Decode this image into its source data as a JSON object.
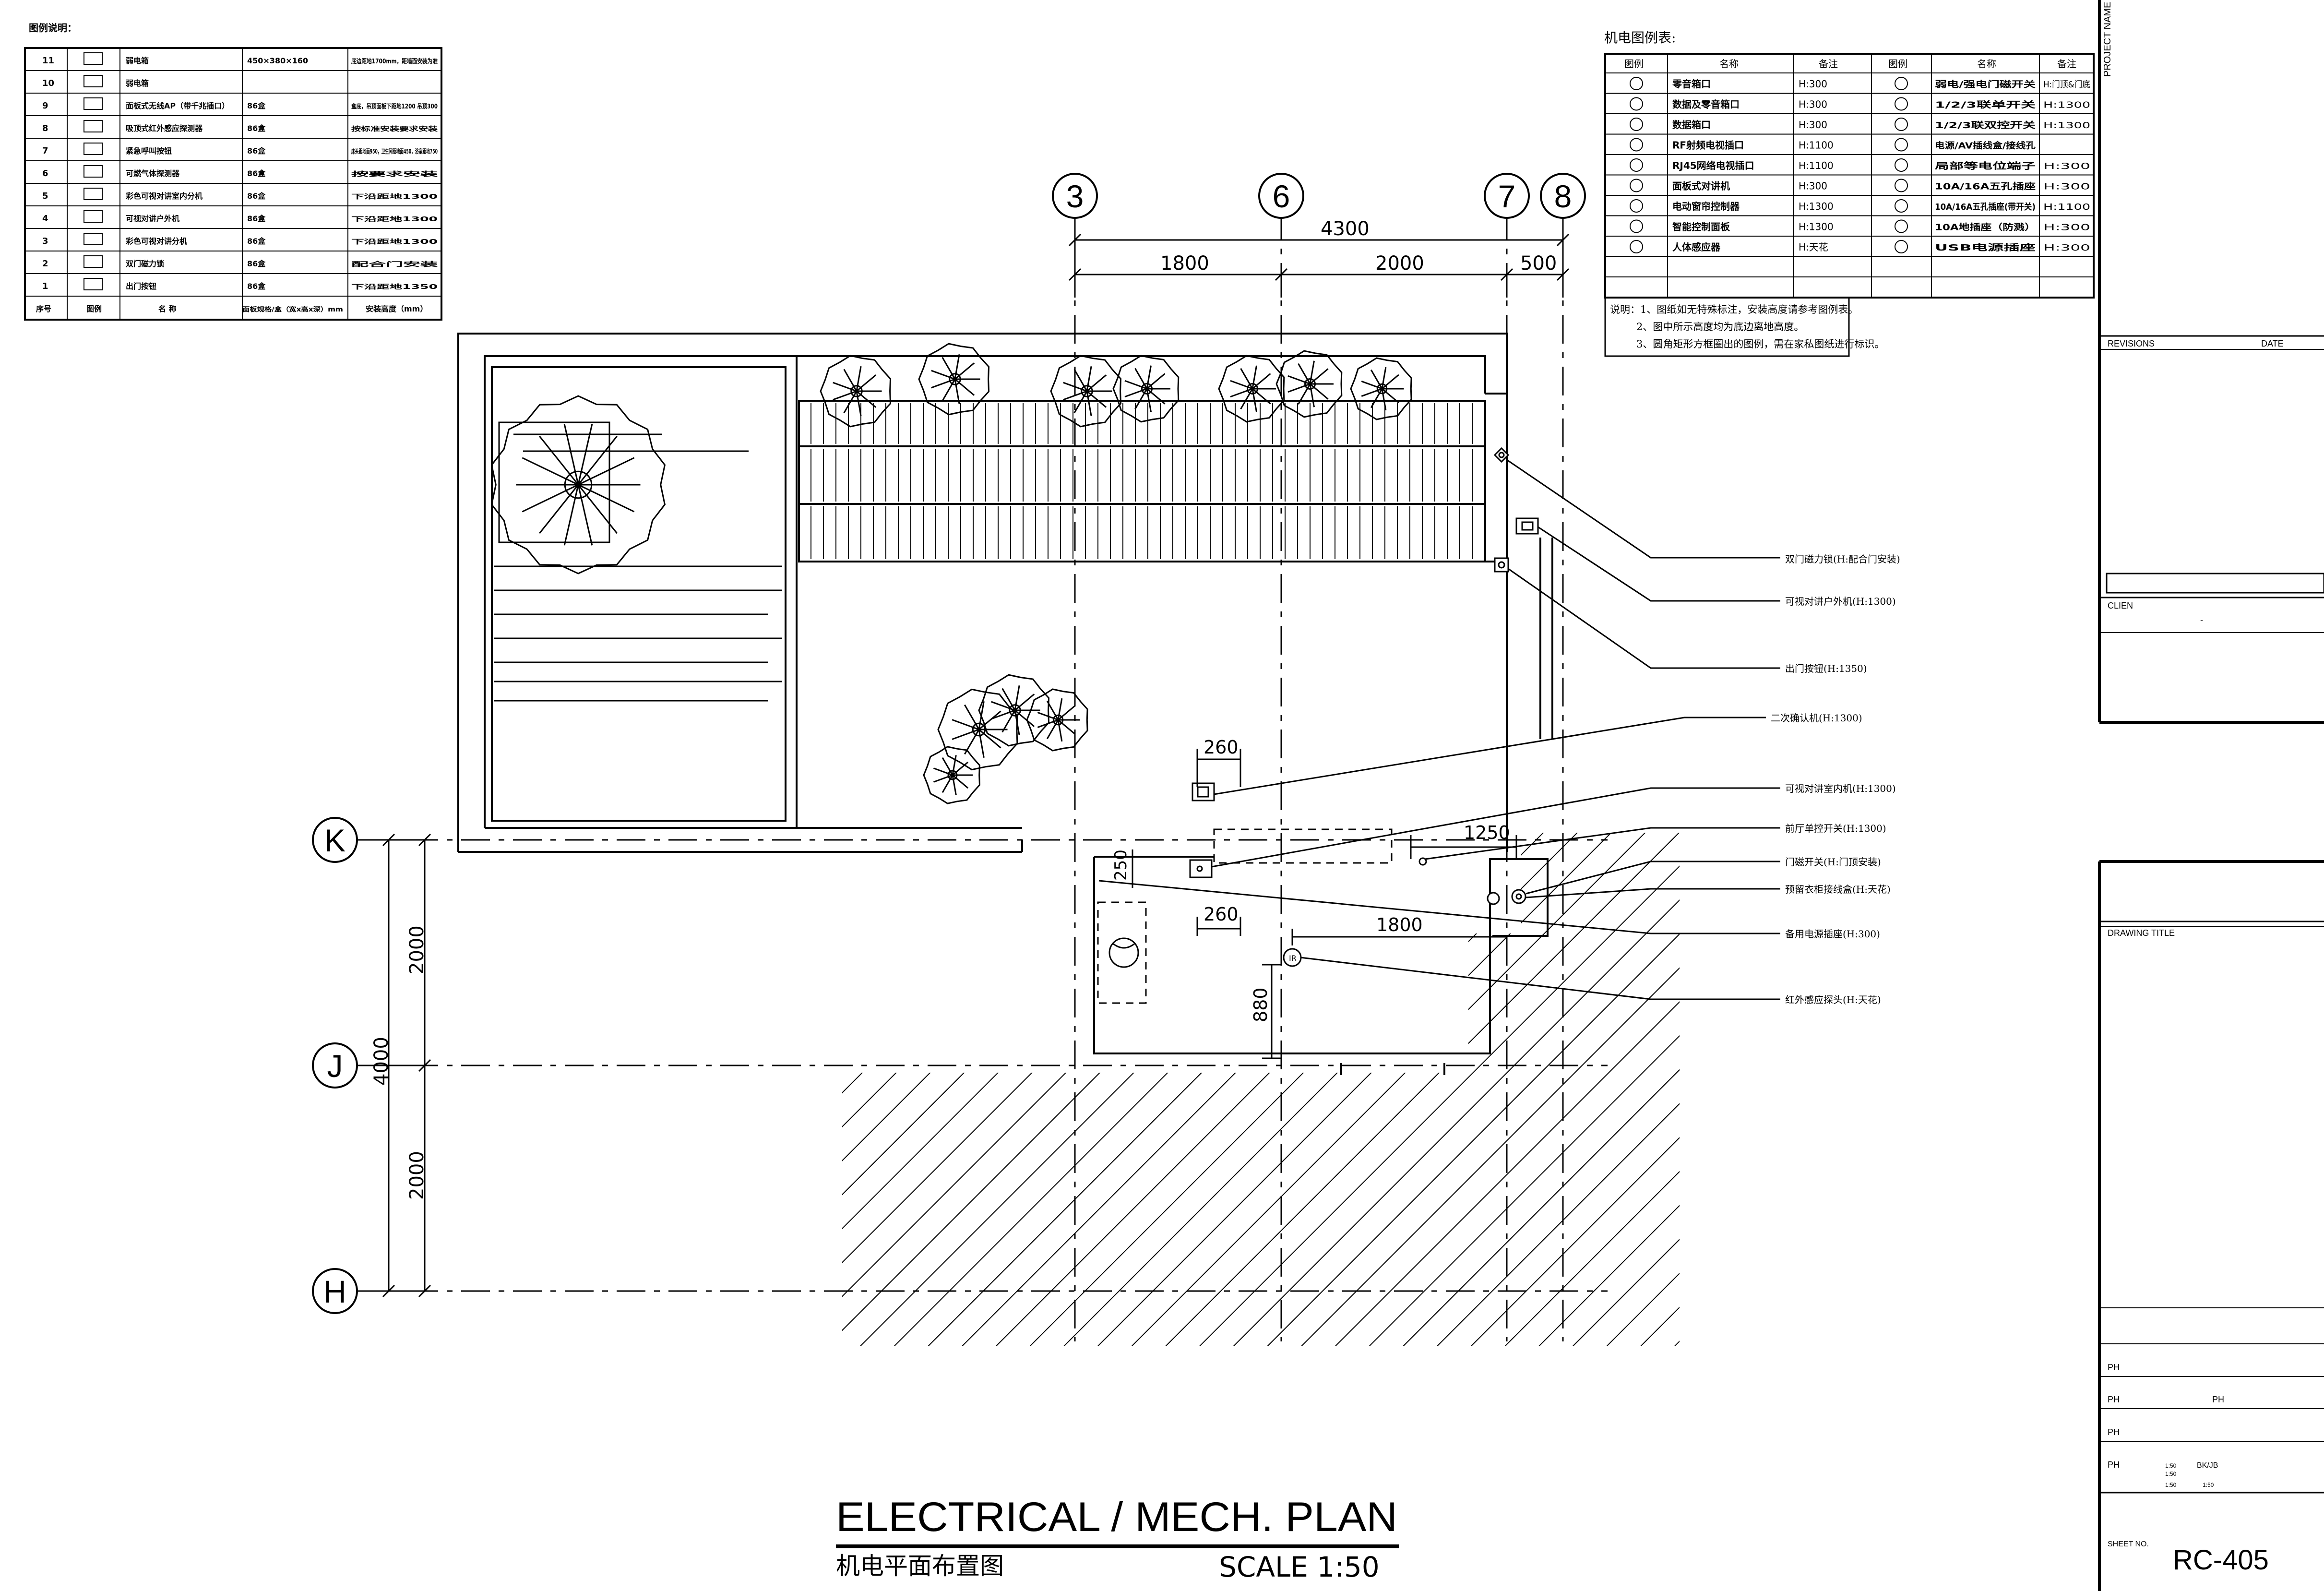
{
  "left_table": {
    "title": "图例说明：",
    "rows": [
      {
        "no": "11",
        "symbol_text": "",
        "name": "弱电箱",
        "size": "450×380×160",
        "note": "底边距地1700mm，距墙面安装为准"
      },
      {
        "no": "10",
        "symbol_text": "",
        "name": "弱电箱",
        "size": "",
        "note": ""
      },
      {
        "no": "9",
        "symbol_text": "",
        "name": "面板式无线AP（带千兆插口）",
        "size": "86盒",
        "note": "盒底，吊顶面板下距地1200 吊顶300"
      },
      {
        "no": "8",
        "symbol_text": "",
        "name": "吸顶式红外感应探测器",
        "size": "86盒",
        "note": "按标准安装要求安装"
      },
      {
        "no": "7",
        "symbol_text": "",
        "name": "紧急呼叫按钮",
        "size": "86盒",
        "note": "床头距地面950，卫生间距地面450，浴室距地750"
      },
      {
        "no": "6",
        "symbol_text": "",
        "name": "可燃气体探测器",
        "size": "86盒",
        "note": "按要求安装"
      },
      {
        "no": "5",
        "symbol_text": "",
        "name": "彩色可视对讲室内分机",
        "size": "86盒",
        "note": "下沿距地1300"
      },
      {
        "no": "4",
        "symbol_text": "",
        "name": "可视对讲户外机",
        "size": "86盒",
        "note": "下沿距地1300"
      },
      {
        "no": "3",
        "symbol_text": "",
        "name": "彩色可视对讲分机",
        "size": "86盒",
        "note": "下沿距地1300"
      },
      {
        "no": "2",
        "symbol_text": "",
        "name": "双门磁力锁",
        "size": "86盒",
        "note": "配合门安装"
      },
      {
        "no": "1",
        "symbol_text": "",
        "name": "出门按钮",
        "size": "86盒",
        "note": "下沿距地1350"
      }
    ],
    "footer": {
      "no": "序号",
      "symbol": "图例",
      "name": "名 称",
      "size": "面板规格/盒（宽x高x深）mm",
      "note": "安装高度（mm）"
    }
  },
  "legend": {
    "title": "机电图例表:",
    "headers": [
      "图例",
      "名称",
      "备注",
      "图例",
      "名称",
      "备注"
    ],
    "rows": [
      {
        "left_name": "零音箱口",
        "left_note": "H:300",
        "right_name": "弱电/强电门磁开关",
        "right_note": "H:门顶&门底"
      },
      {
        "left_name": "数据及零音箱口",
        "left_note": "H:300",
        "right_name": "1/2/3联单开关",
        "right_note": "H:1300"
      },
      {
        "left_name": "数据箱口",
        "left_note": "H:300",
        "right_name": "1/2/3联双控开关",
        "right_note": "H:1300"
      },
      {
        "left_name": "RF射频电视插口",
        "left_note": "H:1100",
        "right_name": "电源/AV插线盒/接线孔",
        "right_note": ""
      },
      {
        "left_name": "RJ45网络电视插口",
        "left_note": "H:1100",
        "right_name": "局部等电位端子",
        "right_note": "H:300"
      },
      {
        "left_name": "面板式对讲机",
        "left_note": "H:300",
        "right_name": "10A/16A五孔插座",
        "right_note": "H:300"
      },
      {
        "left_name": "电动窗帘控制器",
        "left_note": "H:1300",
        "right_name": "10A/16A五孔插座(带开关)",
        "right_note": "H:1100"
      },
      {
        "left_name": "智能控制面板",
        "left_note": "H:1300",
        "right_name": "10A地插座（防溅）",
        "right_note": "H:300"
      },
      {
        "left_name": "人体感应器",
        "left_note": "H:天花",
        "right_name": "USB电源插座",
        "right_note": "H:300"
      }
    ],
    "notes": [
      "说明：1、图纸如无特殊标注，安装高度请参考图例表。",
      "2、图中所示高度均为底边离地高度。",
      "3、圆角矩形方框圈出的图例，需在家私图纸进行标识。"
    ]
  },
  "grid": {
    "columns": [
      "3",
      "6",
      "7",
      "8"
    ],
    "rows": [
      "K",
      "J",
      "H"
    ],
    "top_dims": {
      "total": "4300",
      "a": "1800",
      "b": "2000",
      "c": "500"
    },
    "left_dims": {
      "total": "4000",
      "a": "2000",
      "b": "2000"
    }
  },
  "plan_dims": [
    "260",
    "1250",
    "250",
    "260",
    "1800",
    "880"
  ],
  "callouts": [
    "双门磁力锁(H:配合门安装)",
    "可视对讲户外机(H:1300)",
    "出门按钮(H:1350)",
    "二次确认机(H:1300)",
    "可视对讲室内机(H:1300)",
    "前厅单控开关(H:1300)",
    "门磁开关(H:门顶安装)",
    "预留衣柜接线盒(H:天花)",
    "备用电源插座(H:300)",
    "红外感应探头(H:天花)"
  ],
  "title_block": {
    "project_name": "PROJECT NAME",
    "revisions": "REVISIONS",
    "date": "DATE",
    "client": "CLIEN",
    "client_value": "-",
    "drawing_title": "DRAWING TITLE",
    "ph_rows": [
      {
        "label": "PH",
        "v1": "",
        "v2": ""
      },
      {
        "label": "PH",
        "v1": "PH",
        "v2": ""
      },
      {
        "label": "PH",
        "v1": "",
        "v2": ""
      },
      {
        "label": "PH",
        "v1": "1:50",
        "v2": "BK/JB"
      }
    ],
    "scale_small": [
      "1:50",
      "1:50",
      "1:50"
    ],
    "sheet_no_label": "SHEET NO.",
    "sheet_no": "RC-405"
  },
  "drawing_title": {
    "main": "ELECTRICAL / MECH. PLAN",
    "sub": "机电平面布置图",
    "scale": "SCALE 1:50"
  }
}
